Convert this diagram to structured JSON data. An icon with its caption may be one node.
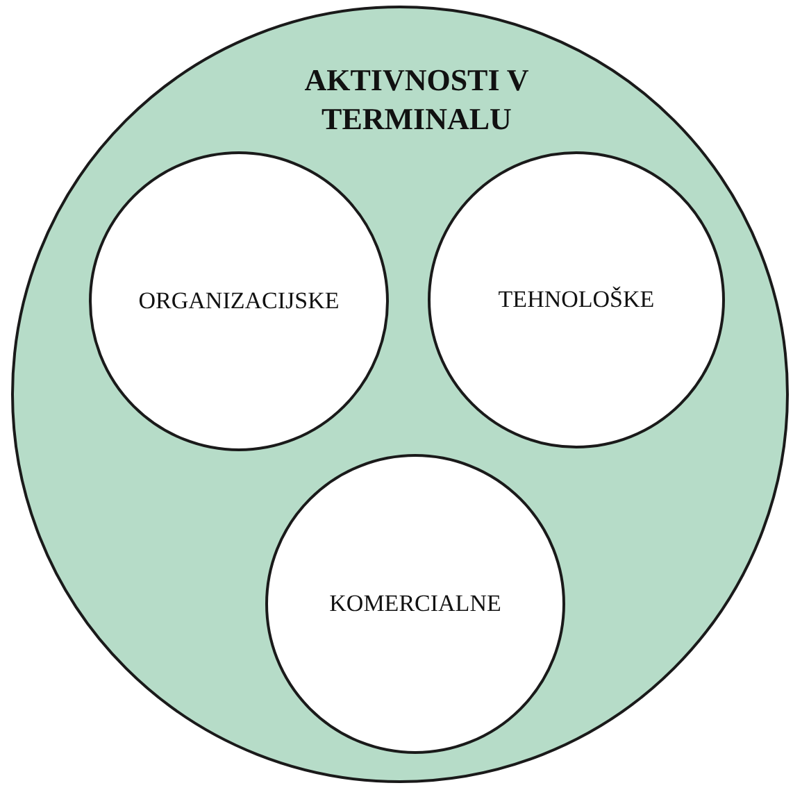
{
  "diagram": {
    "nodes": [
      {
        "text": [
          "AKTIVNOSTI V TERMINALU"
        ]
      },
      {
        "text": [
          "ORGANIZACIJSKE"
        ],
        "in": 0
      },
      {
        "text": [
          "TEHNOLOŠKE"
        ],
        "in": 0
      },
      {
        "text": [
          "KOMERCIALNE"
        ],
        "in": 0
      }
    ]
  }
}
